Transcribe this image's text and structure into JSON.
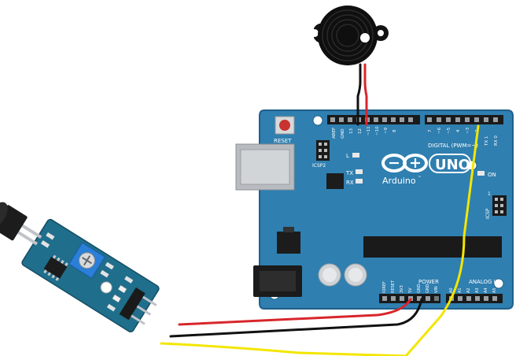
{
  "colors": {
    "board": "#2f7fb0",
    "board_edge": "#1f5f8a",
    "sensor_board": "#1f6e8c",
    "wire_red": "#d8262b",
    "wire_black": "#111111",
    "wire_yellow": "#f3e600",
    "header_black": "#1a1a1a",
    "buzzer": "#121212"
  },
  "arduino": {
    "reset_label": "RESET",
    "aref_label": "AREF",
    "gnd_label": "GND",
    "icsp2_label": "ICSP2",
    "pin13_label": "13",
    "pin12_label": "12",
    "pin11_label": "~11",
    "pin10_label": "~10",
    "pin9_label": "~9",
    "pin8_label": "8",
    "pin7_label": "7",
    "pin6_label": "~6",
    "pin5_label": "~5",
    "pin4_label": "4",
    "pin3_label": "~3",
    "pin2_label": "2",
    "tx_label": "TX 1",
    "rx_label": "RX 0",
    "digital_label": "DIGITAL (PWM=~)",
    "l_label": "L",
    "tx_led_label": "TX",
    "rx_led_label": "RX",
    "brand_label": "Arduino",
    "tm_label": "™",
    "uno_label": "UNO",
    "on_label": "ON",
    "icsp_label": "ICSP",
    "icsp_pin1": "1",
    "power_label": "POWER",
    "analog_label": "ANALOG IN",
    "power_pins": [
      "IOREF",
      "RESET",
      "3V3",
      "5V",
      "GND",
      "GND",
      "VIN"
    ],
    "analog_pins": [
      "A0",
      "A1",
      "A2",
      "A3",
      "A4",
      "A5"
    ]
  }
}
